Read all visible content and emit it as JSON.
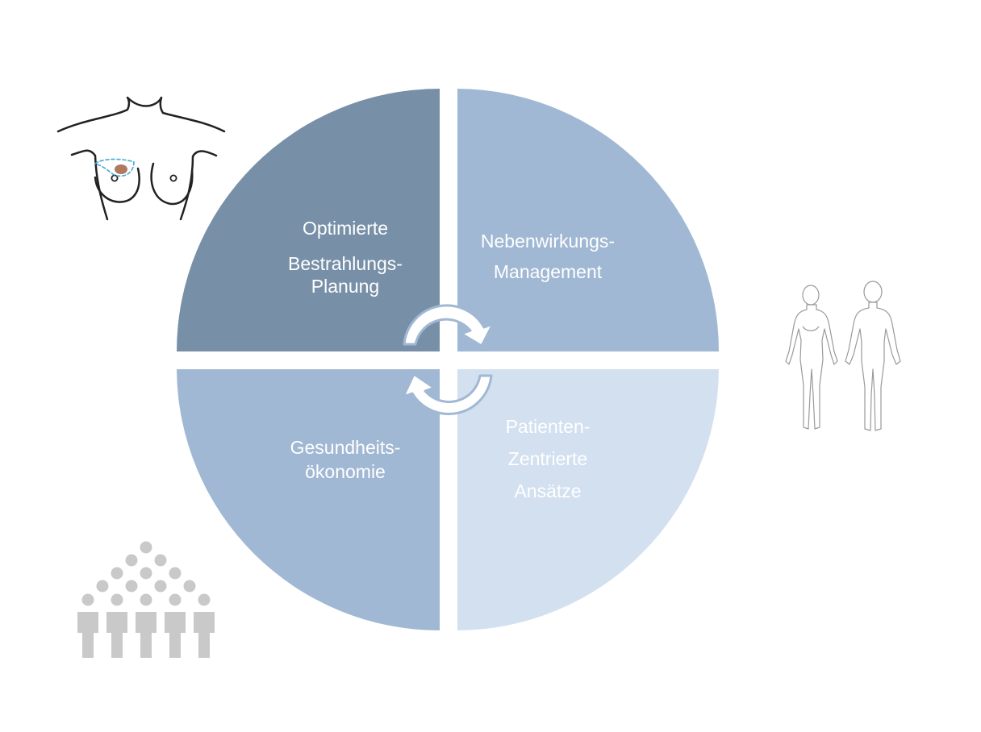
{
  "colors": {
    "q_top_left": "#7790a8",
    "q_top_right": "#a0b8d3",
    "q_bottom_left": "#a0b8d3",
    "q_bottom_right": "#d2e0f0",
    "arrow_fill": "#ffffff",
    "arrow_stroke": "#a0b8d3",
    "icon_gray": "#c9c9c9",
    "outline": "#222222",
    "tumor": "#b07a5e",
    "tumor_margin": "#4aa7d6"
  },
  "quadrants": {
    "top_left": {
      "lines": [
        "Optimierte",
        "Bestrahlungs-",
        "Planung"
      ]
    },
    "top_right": {
      "lines": [
        "Nebenwirkungs-",
        "Management"
      ]
    },
    "bottom_left": {
      "lines": [
        "Gesundheits-",
        "ökonomie"
      ]
    },
    "bottom_right": {
      "lines": [
        "Patienten-",
        "Zentrierte",
        "Ansätze"
      ]
    }
  },
  "icons": {
    "top_left": "breast-tumor-icon",
    "right": "human-body-front-back-icon",
    "bottom_left": "population-icon"
  }
}
